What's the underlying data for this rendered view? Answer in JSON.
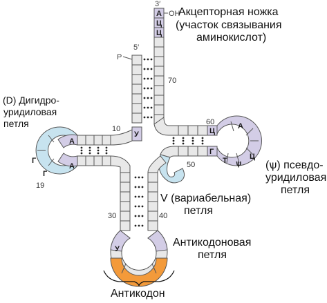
{
  "labels": {
    "acceptor_line1": "Акцепторная ножка",
    "acceptor_line2": "(участок связывания",
    "acceptor_line3": "аминокислот)",
    "d_loop_line1": "(D) Дигидро-",
    "d_loop_line2": "уридиловая",
    "d_loop_line3": "петля",
    "psi_loop_line1": "(ѱ)  псевдо-",
    "psi_loop_line2": "уридиловая",
    "psi_loop_line3": "петля",
    "variable_line1": "V (вариабельная)",
    "variable_line2": "петля",
    "anticodon_loop_line1": "Антикодоновая",
    "anticodon_loop_line2": "петля",
    "anticodon": "Антикодон"
  },
  "ends": {
    "three_prime": "3′",
    "five_prime": "5′",
    "oh": "OH",
    "p": "P"
  },
  "numbers": {
    "n70": "70",
    "n60": "60",
    "n50": "50",
    "n40": "40",
    "n30": "30",
    "n10": "10",
    "n19": "19"
  },
  "bases": {
    "acceptor_a": "А",
    "acceptor_c1": "Ц",
    "acceptor_c2": "Ц",
    "d_u": "У",
    "d_a1": "А",
    "d_g1": "Г",
    "d_g2": "Г",
    "d_a2": "А",
    "psi_c1": "Ц",
    "psi_g": "Г",
    "psi_a": "А",
    "psi_t": "Т",
    "psi_psi": "ѱ",
    "psi_c2": "Ц",
    "anticodon_u": "У"
  },
  "colors": {
    "nucleotide": "#e8e8e8",
    "outline": "#555555",
    "d_loop": "#c7e3ef",
    "psi_loop": "#d3cde6",
    "variable_loop": "#c7e3ef",
    "anticodon": "#f39a3a",
    "pair_dots": "#222222"
  }
}
